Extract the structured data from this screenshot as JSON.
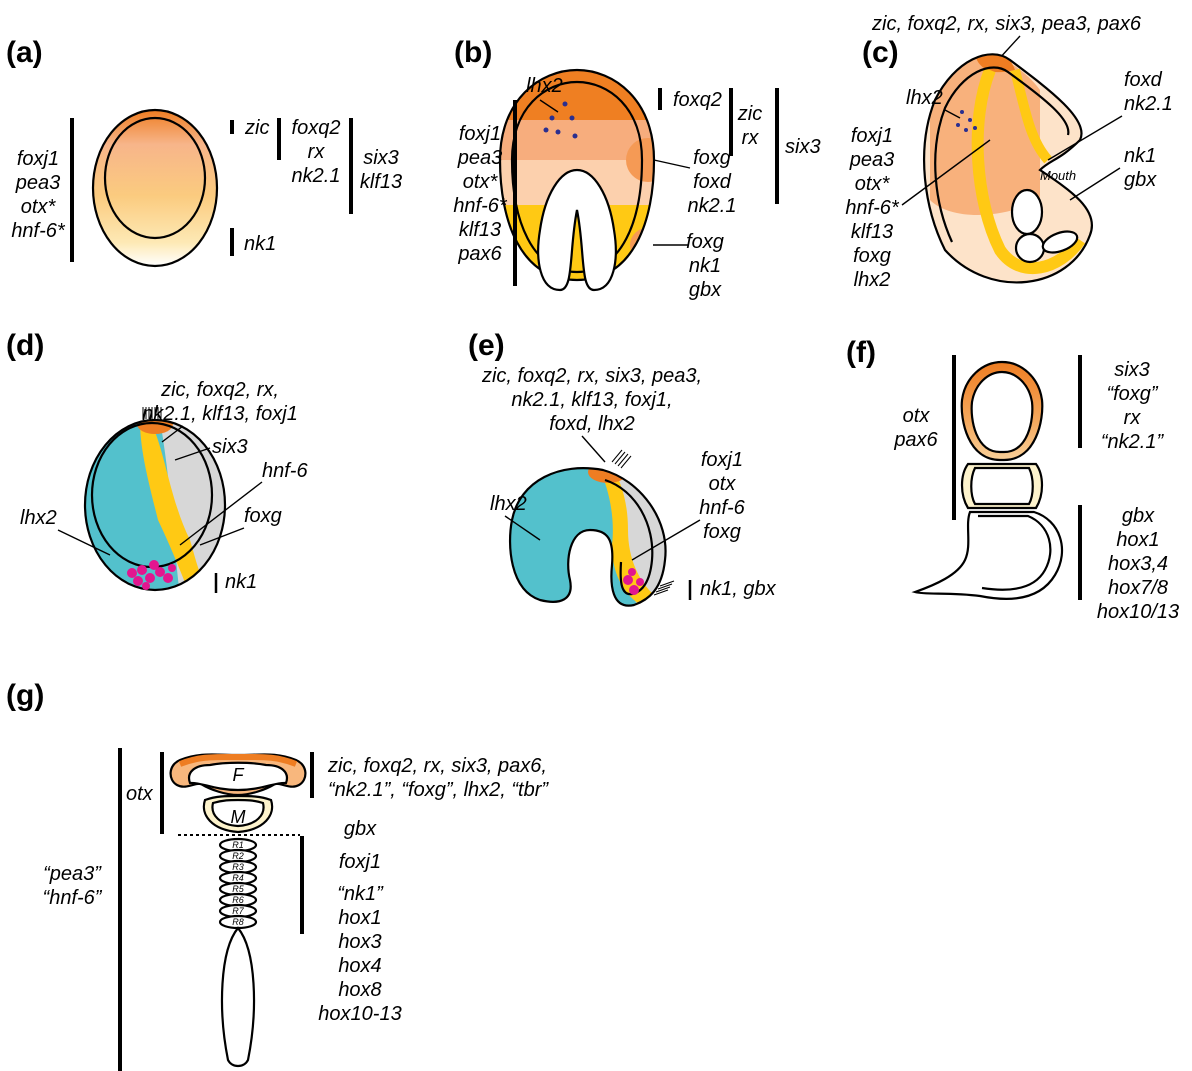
{
  "panels": {
    "a": {
      "label": "(a)",
      "genes_left": [
        "foxj1",
        "pea3",
        "otx*",
        "hnf-6*"
      ],
      "zic": "zic",
      "genes_mid": [
        "foxq2",
        "rx",
        "nk2.1"
      ],
      "genes_right": [
        "six3",
        "klf13"
      ],
      "nk1": "nk1"
    },
    "b": {
      "label": "(b)",
      "lhx2": "lhx2",
      "genes_left": [
        "foxj1",
        "pea3",
        "otx*",
        "hnf-6*",
        "klf13",
        "pax6"
      ],
      "foxq2": "foxq2",
      "genes_zic": [
        "zic",
        "rx"
      ],
      "six3": "six3",
      "genes_foxg1": [
        "foxg",
        "foxd",
        "nk2.1"
      ],
      "genes_foxg2": [
        "foxg",
        "nk1",
        "gbx"
      ]
    },
    "c": {
      "label": "(c)",
      "top": "zic, foxq2, rx, six3, pea3, pax6",
      "lhx2": "lhx2",
      "genes_left": [
        "foxj1",
        "pea3",
        "otx*",
        "hnf-6*",
        "klf13",
        "foxg",
        "lhx2"
      ],
      "genes_foxd": [
        "foxd",
        "nk2.1"
      ],
      "mouth": "Mouth",
      "genes_nk1": [
        "nk1",
        "gbx"
      ]
    },
    "d": {
      "label": "(d)",
      "top": [
        "zic, foxq2, rx,",
        "nk2.1, klf13, foxj1"
      ],
      "six3": "six3",
      "hnf6": "hnf-6",
      "lhx2": "lhx2",
      "foxg": "foxg",
      "nk1": "nk1"
    },
    "e": {
      "label": "(e)",
      "top": [
        "zic, foxq2, rx, six3, pea3,",
        "nk2.1, klf13, foxj1,",
        "foxd, lhx2"
      ],
      "lhx2": "lhx2",
      "genes_right": [
        "foxj1",
        "otx",
        "hnf-6",
        "foxg"
      ],
      "nk1gbx": "nk1, gbx"
    },
    "f": {
      "label": "(f)",
      "genes_left": [
        "otx",
        "pax6"
      ],
      "genes_top": [
        "six3",
        "“foxg”",
        "rx",
        "“nk2.1”"
      ],
      "genes_bottom": [
        "gbx",
        "hox1",
        "hox3,4",
        "hox7/8",
        "hox10/13"
      ]
    },
    "g": {
      "label": "(g)",
      "otx": "otx",
      "outer": [
        "“pea3”",
        "“hnf-6”"
      ],
      "F": "F",
      "M": "M",
      "top": [
        "zic, foxq2, rx, six3, pax6,",
        "“nk2.1”,  “foxg”, lhx2, “tbr”"
      ],
      "gbx": "gbx",
      "genes_lower": [
        "foxj1",
        "“nk1”",
        "hox1",
        "hox3",
        "hox4",
        "hox8",
        "hox10-13"
      ],
      "rhombomeres": [
        "R1",
        "R2",
        "R3",
        "R4",
        "R5",
        "R6",
        "R7",
        "R8"
      ]
    }
  },
  "colors": {
    "orange_dark": "#ee7d22",
    "orange_light": "#f7b98a",
    "peach": "#fbd3b0",
    "yellow": "#ffc914",
    "cream": "#fdf3cc",
    "cyan": "#53c1cc",
    "grey": "#d7d7d7",
    "magenta": "#e2168f",
    "navy": "#2b2f8f"
  }
}
